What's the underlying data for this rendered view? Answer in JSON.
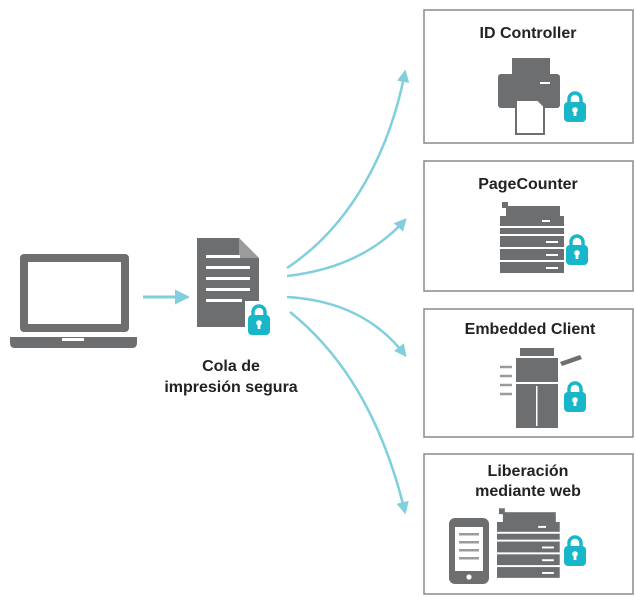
{
  "queue": {
    "label_line1": "Cola de",
    "label_line2": "impresión segura"
  },
  "destinations": [
    {
      "title_line1": "ID Controller",
      "title_line2": "",
      "device": "printer-icon"
    },
    {
      "title_line1": "PageCounter",
      "title_line2": "",
      "device": "copier-icon"
    },
    {
      "title_line1": "Embedded Client",
      "title_line2": "",
      "device": "large-mfp-icon"
    },
    {
      "title_line1": "Liberación",
      "title_line2": "mediante web",
      "device": "phone-and-copier-icon"
    }
  ],
  "icons": {
    "source": "laptop-icon",
    "queue": "document-icon",
    "lock": "padlock-icon"
  },
  "colors": {
    "arrow": "#7fcfdc",
    "device_gray": "#6d6e70",
    "lock_teal": "#17b6c8",
    "box_border": "#8a8a8a"
  }
}
